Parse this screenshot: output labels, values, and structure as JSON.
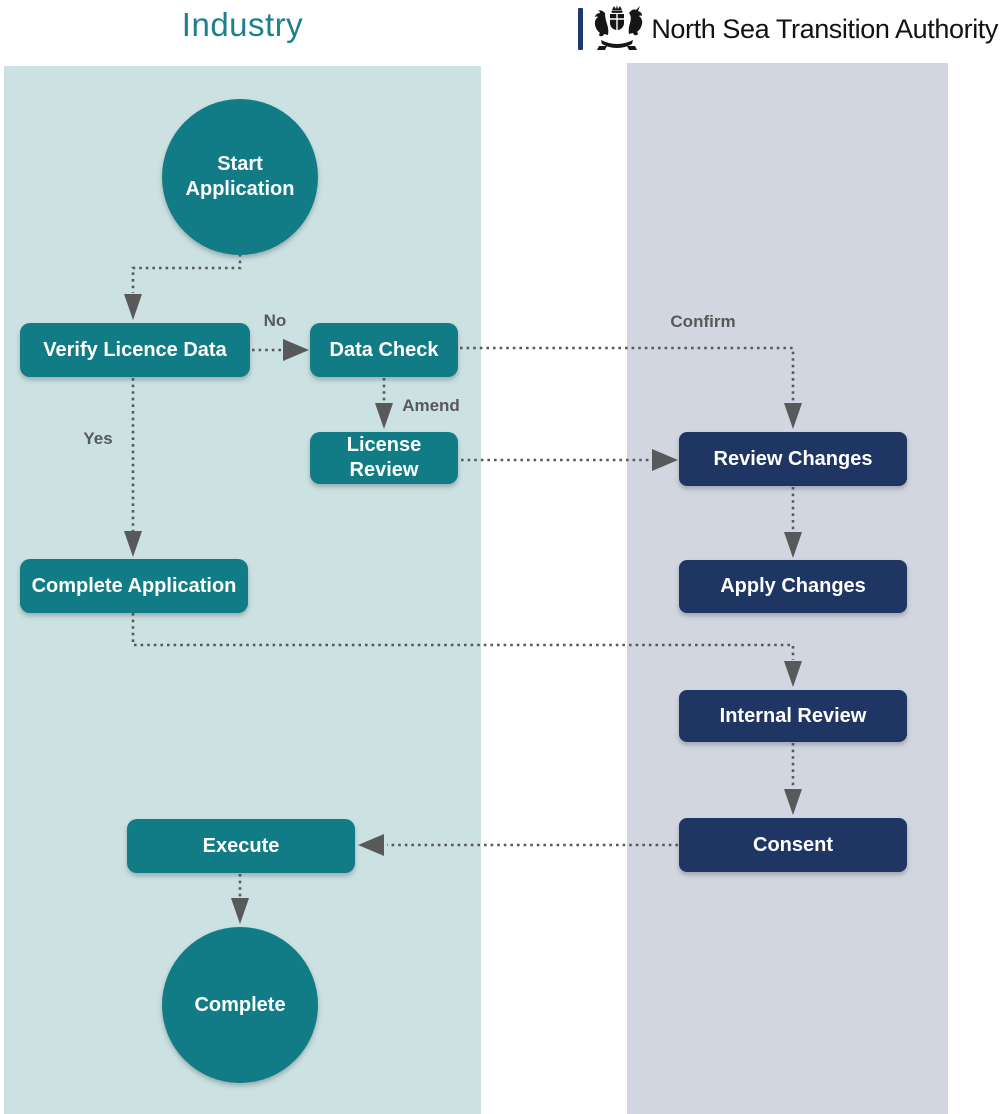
{
  "header": {
    "industry_lane_title": "Industry",
    "authority_name": "North Sea Transition Authority",
    "crest_icon": "royal-coat-of-arms"
  },
  "colors": {
    "industry_node": "#117c86",
    "authority_node": "#1f3665",
    "industry_lane_bg": "#cbe1e2",
    "authority_lane_bg": "#d2d6e0",
    "connector": "#58595b",
    "industry_title": "#1e7f8d",
    "logo_bar": "#1d3a6e"
  },
  "nodes": {
    "start": "Start Application",
    "verify": "Verify Licence Data",
    "data_check": "Data Check",
    "license_review": "License Review",
    "complete_application": "Complete Application",
    "execute": "Execute",
    "complete": "Complete",
    "review_changes": "Review Changes",
    "apply_changes": "Apply Changes",
    "internal_review": "Internal Review",
    "consent": "Consent"
  },
  "edge_labels": {
    "no": "No",
    "yes": "Yes",
    "amend": "Amend",
    "confirm": "Confirm"
  }
}
